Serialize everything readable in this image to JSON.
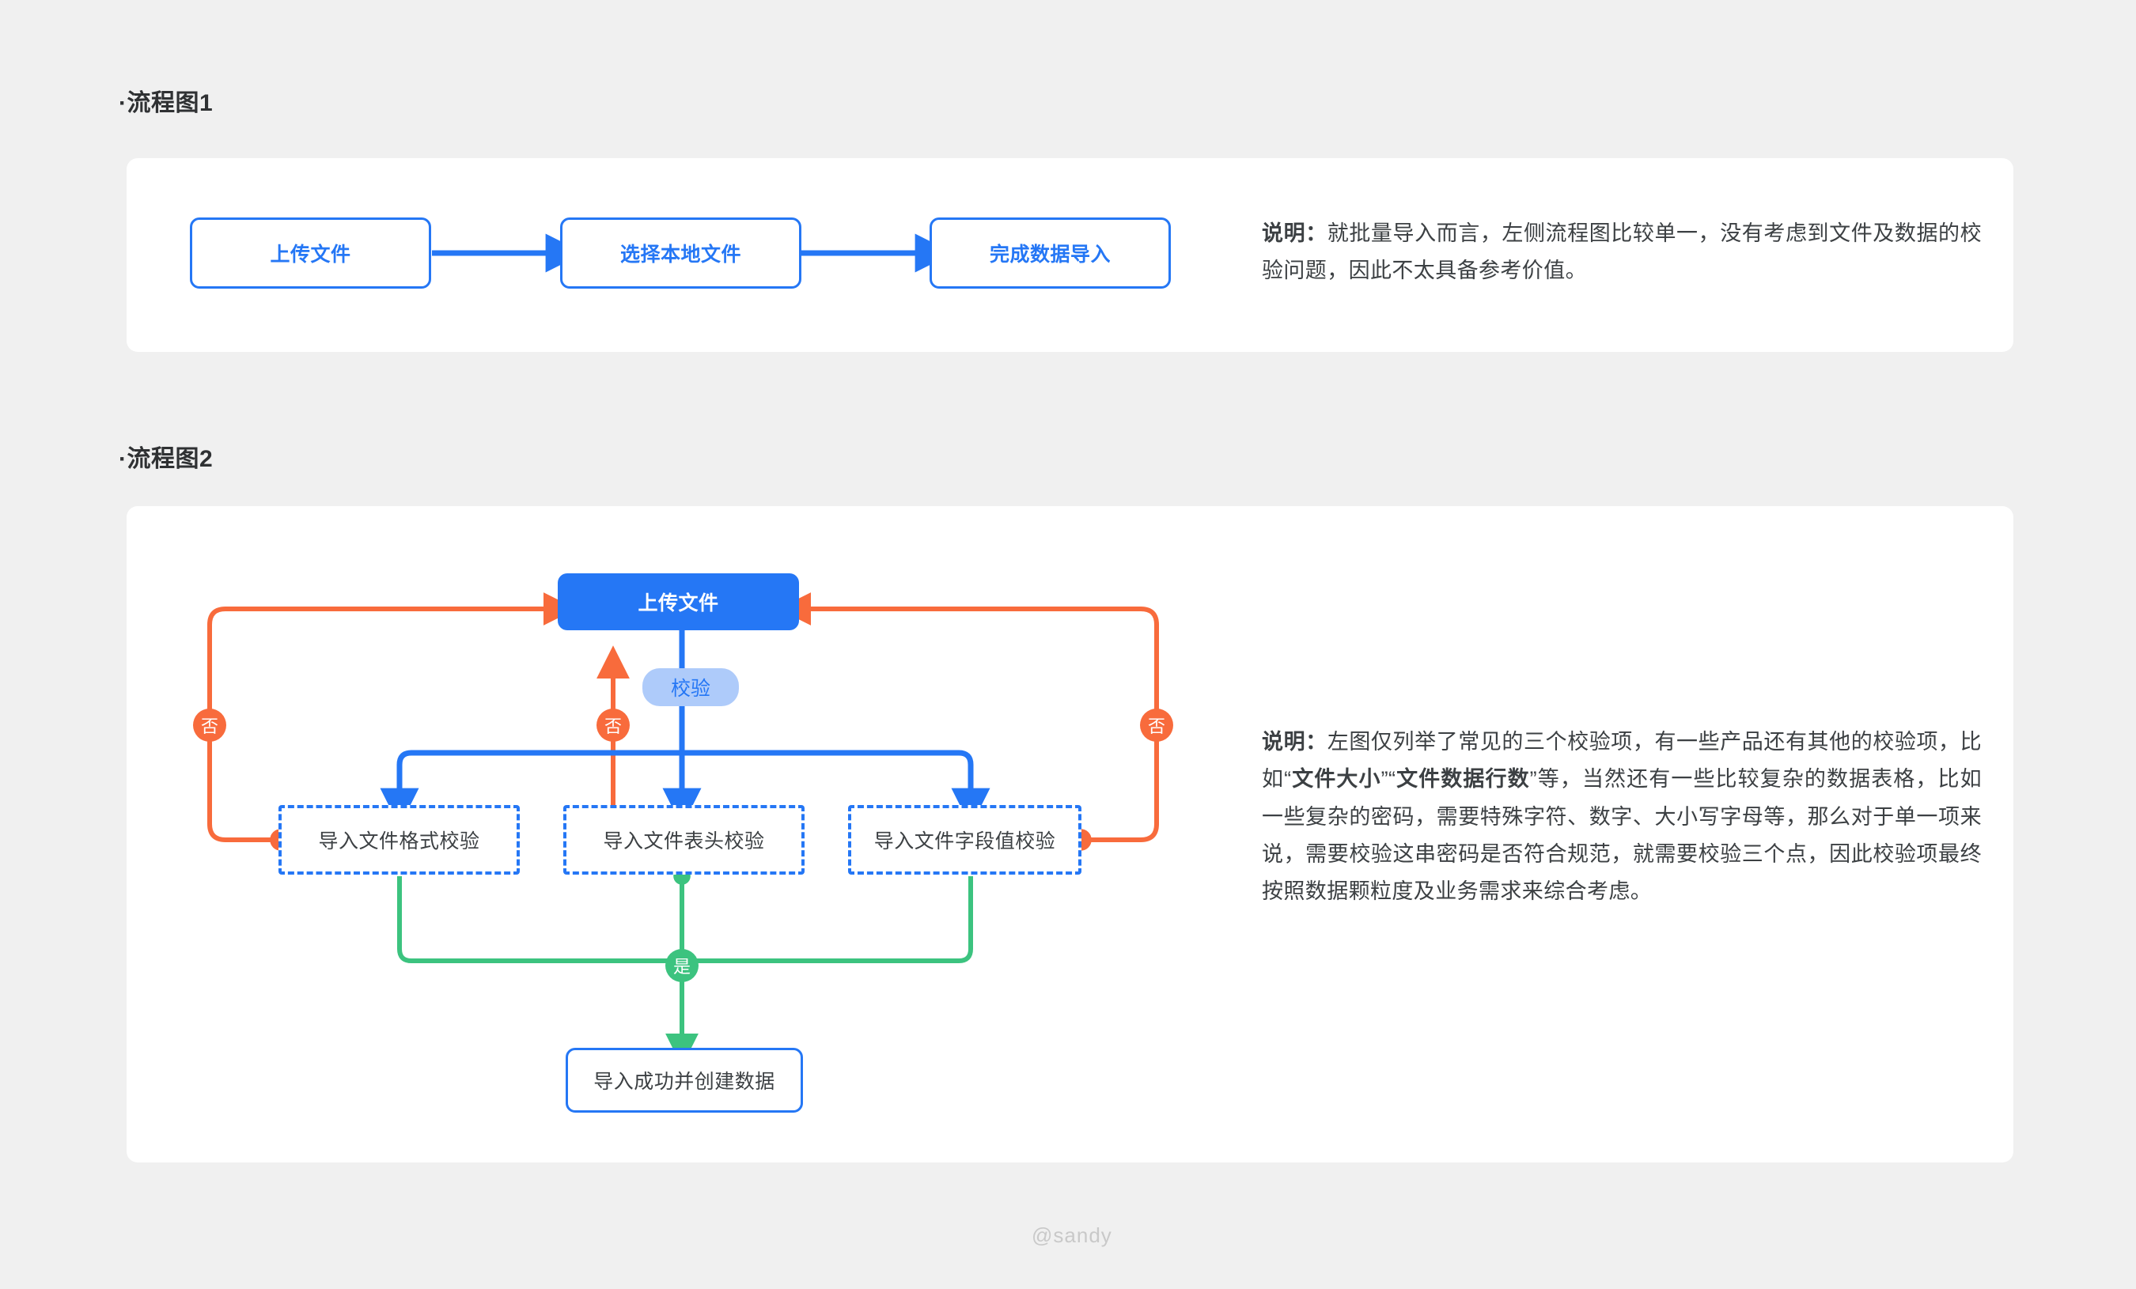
{
  "page": {
    "background": "#f0f0f0",
    "watermark": "@sandy"
  },
  "colors": {
    "blue": "#2577f5",
    "orange": "#f86b3c",
    "green": "#3cc37f",
    "pill_bg": "#aecbfa",
    "text_dark": "#3c4043"
  },
  "section1": {
    "title": "·流程图1",
    "flow": {
      "nodes": [
        {
          "label": "上传文件"
        },
        {
          "label": "选择本地文件"
        },
        {
          "label": "完成数据导入"
        }
      ]
    },
    "description": {
      "lead": "说明：",
      "body": "就批量导入而言，左侧流程图比较单一，没有考虑到文件及数据的校验问题，因此不太具备参考价值。"
    }
  },
  "section2": {
    "title": "·流程图2",
    "flow": {
      "start_node": {
        "label": "上传文件"
      },
      "validate_pill": {
        "label": "校验"
      },
      "checks": [
        {
          "label": "导入文件格式校验"
        },
        {
          "label": "导入文件表头校验"
        },
        {
          "label": "导入文件字段值校验"
        }
      ],
      "success_node": {
        "label": "导入成功并创建数据"
      },
      "labels": {
        "no_left": "否",
        "no_middle": "否",
        "no_right": "否",
        "yes": "是"
      }
    },
    "description": {
      "lead": "说明：",
      "part1": "左图仅列举了常见的三个校验项，有一些产品还有其他的校验项，比如“",
      "bold1": "文件大小",
      "part2": "”“",
      "bold2": "文件数据行数",
      "part3": "”等，当然还有一些比较复杂的数据表格，比如一些复杂的密码，需要特殊字符、数字、大小写字母等，那么对于单一项来说，需要校验这串密码是否符合规范，就需要校验三个点，因此校验项最终按照数据颗粒度及业务需求来综合考虑。"
    }
  }
}
